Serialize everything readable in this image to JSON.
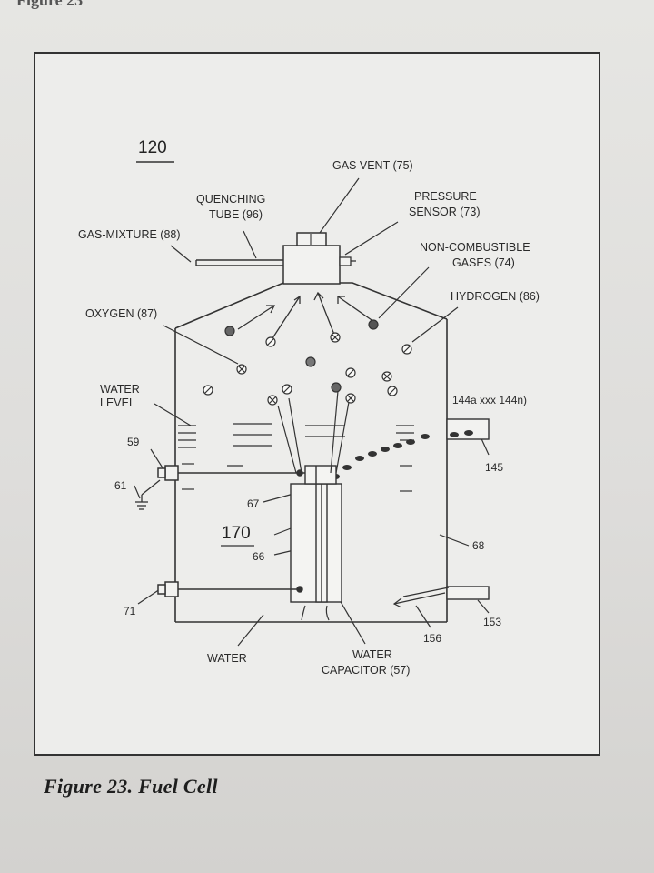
{
  "figure_number": "120",
  "caption": "Figure 23.  Fuel Cell",
  "top_fragment": "Figure 23",
  "labels": {
    "gas_vent": "GAS VENT (75)",
    "quenching_tube_1": "QUENCHING",
    "quenching_tube_2": "TUBE (96)",
    "pressure_sensor_1": "PRESSURE",
    "pressure_sensor_2": "SENSOR (73)",
    "gas_mixture": "GAS-MIXTURE (88)",
    "non_combustible_1": "NON-COMBUSTIBLE",
    "non_combustible_2": "GASES (74)",
    "hydrogen": "HYDROGEN (86)",
    "oxygen": "OXYGEN (87)",
    "water_level_1": "WATER",
    "water_level_2": "LEVEL",
    "port_range": "144a xxx 144n)",
    "n59": "59",
    "n61": "61",
    "n145": "145",
    "n67": "67",
    "n170": "170",
    "n66": "66",
    "n68": "68",
    "n71": "71",
    "n153": "153",
    "n156": "156",
    "water": "WATER",
    "water_capacitor_1": "WATER",
    "water_capacitor_2": "CAPACITOR (57)"
  }
}
